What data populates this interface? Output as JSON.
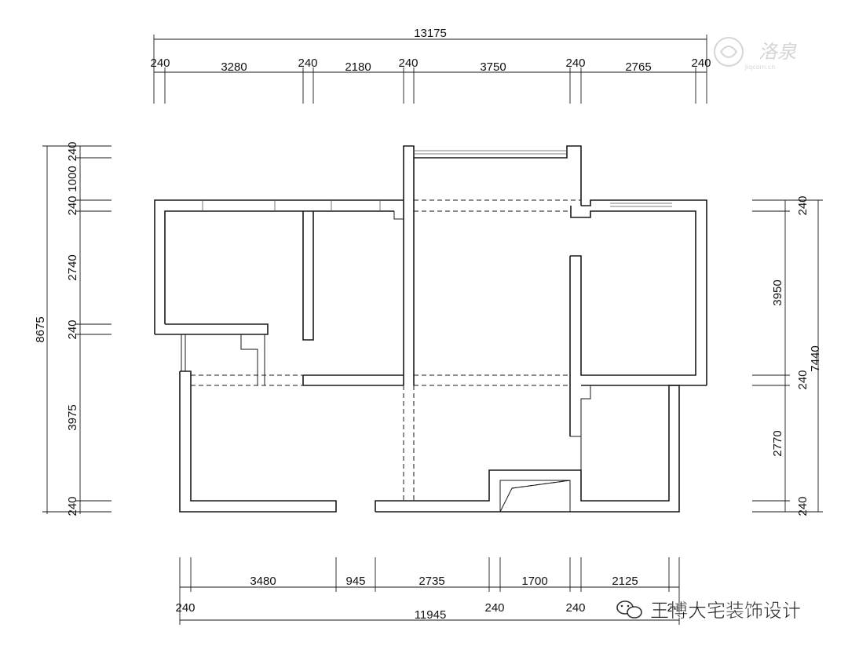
{
  "dimensions": {
    "top_total": "13175",
    "top_segments": [
      "240",
      "3280",
      "240",
      "2180",
      "240",
      "3750",
      "240",
      "2765",
      "240"
    ],
    "bottom_segments": [
      "3480",
      "945",
      "2735",
      "1700",
      "2125"
    ],
    "bottom_walls": [
      "240",
      "240",
      "240",
      "24"
    ],
    "bottom_total": "11945",
    "left_segments": [
      "240",
      "1000",
      "240",
      "2740",
      "240",
      "3975",
      "240"
    ],
    "left_total": "8675",
    "right_segments": [
      "240",
      "3950",
      "240",
      "2770",
      "240"
    ],
    "right_total": "7440"
  },
  "watermarks": {
    "top_right_logo": "洛泉",
    "top_right_small": "jiqcom.cn",
    "bottom_right_brand": "王博大宅装饰设计"
  }
}
